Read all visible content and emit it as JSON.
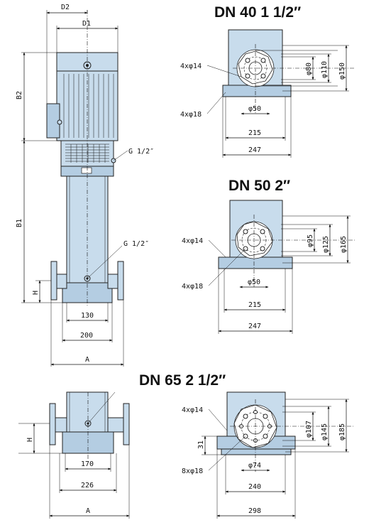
{
  "titles": {
    "dn40": "DN 40   1 1/2″",
    "dn50": "DN 50   2″",
    "dn65": "DN 65   2 1/2″"
  },
  "side_view": {
    "d2": "D2",
    "d1": "D1",
    "b2": "B2",
    "b1": "B1",
    "h": "H",
    "g_top": "G 1/2″",
    "g_bottom": "G 1/2″",
    "dim_130": "130",
    "dim_200": "200",
    "a": "A"
  },
  "dn40": {
    "bolt_holes": "4xφ14",
    "base_holes": "4xφ18",
    "d80": "φ80",
    "d110": "φ110",
    "d150": "φ150",
    "d50": "φ50",
    "w215": "215",
    "w247": "247"
  },
  "dn50": {
    "bolt_holes": "4xφ14",
    "base_holes": "4xφ18",
    "d95": "φ95",
    "d125": "φ125",
    "d165": "φ165",
    "d50": "φ50",
    "w215": "215",
    "w247": "247"
  },
  "dn65": {
    "bolt_holes": "4xφ14",
    "base_holes": "8xφ18",
    "h31": "31",
    "d107": "φ107",
    "d145": "φ145",
    "d185": "φ185",
    "d74": "φ74",
    "w240": "240",
    "w298": "298"
  },
  "bottom_side": {
    "h": "H",
    "dim_170": "170",
    "dim_226": "226",
    "a": "A"
  }
}
